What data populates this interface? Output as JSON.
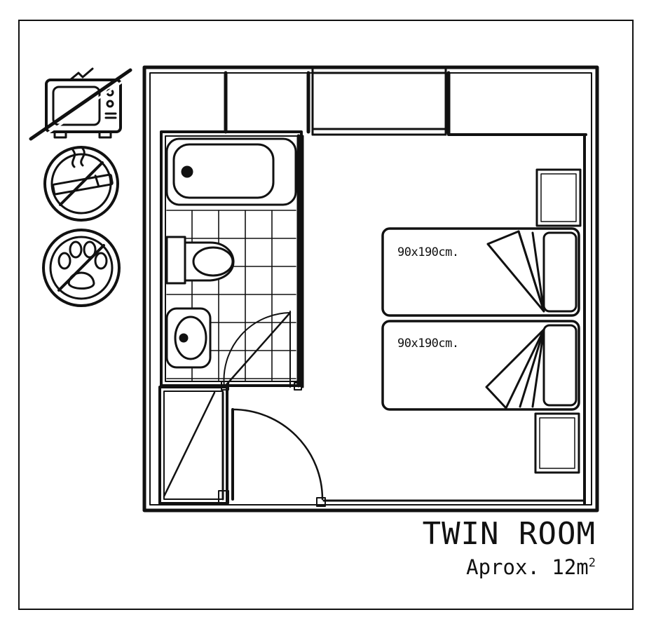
{
  "room": {
    "title": "TWIN ROOM",
    "area_prefix": "Aprox. 12m",
    "area_superscript": "2"
  },
  "beds": [
    {
      "label": "90x190cm."
    },
    {
      "label": "90x190cm."
    }
  ],
  "icons": [
    "no-tv-icon",
    "no-smoking-icon",
    "no-pets-icon"
  ],
  "colors": {
    "ink": "#111111",
    "paper": "#ffffff"
  }
}
